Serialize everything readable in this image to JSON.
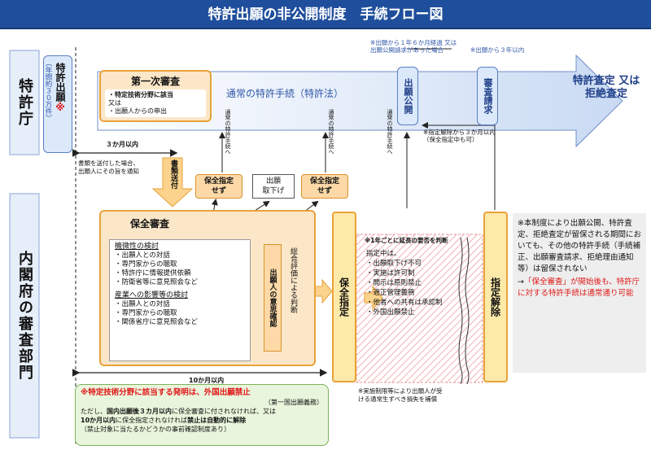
{
  "title": "特許出願の非公開制度　手続フロー図",
  "lanes": {
    "jpo": "特許庁",
    "cabinet": "内閣府の審査部門"
  },
  "notes": {
    "pub_condition": "※出願から１年６か月経過 又は\n出願公開請求があった場合",
    "three_years": "※出願から３年以内",
    "designation_release": "※指定解除から３か月以内\n（保全指定中も可）",
    "three_months": "３か月以内",
    "notify": "書類を送付した場合、\n出願人にその旨を通知",
    "ten_months": "10か月以内",
    "annual_check": "※1年ごとに延長の要否を判断",
    "compensation": "※実施制限等により出願人が受\nける通常生ずべき損失を補償"
  },
  "nodes": {
    "filing": "特許出願",
    "filing_mark": "※",
    "filing_count": "（年間約３０万件）",
    "first_review_title": "第一次審査",
    "first_review_items": [
      "・特定技術分野に該当",
      "又は",
      "・出願人からの申出"
    ],
    "normal_process": "通常の特許手続（特許法）",
    "publication": "出願公開",
    "exam_request": "審査請求",
    "decision": "特許査定 又は\n拒絶査定",
    "doc_send": "書類送付",
    "not_designated_1": "保全指定\nせず",
    "withdrawal": "出願\n取下げ",
    "not_designated_2": "保全指定\nせず",
    "return_label": "通常の特許手続へ",
    "security_review": "保全審査",
    "sensitivity_heading": "機微性の検討",
    "sensitivity_items": [
      "・出願人との対話",
      "・専門家からの聴取",
      "・特許庁に情報提供依頼",
      "・防衛省等に意見照会など"
    ],
    "impact_heading": "産業への影響等の検討",
    "impact_items": [
      "・出願人との対話",
      "・専門家からの聴取",
      "・関係省庁に意見照会など"
    ],
    "intent_check": "出願人の意思確認",
    "overall_judgment": "総合評価による判断",
    "designation": "保全指定",
    "release": "指定解除",
    "during_heading": "指定中は、",
    "during_items": [
      "・出願取下げ不可",
      "・実施は許可制",
      "・開示は原則禁止",
      "・適正管理義務",
      "・他者への共有は承認制",
      "・外国出願禁止"
    ]
  },
  "foreign_box": {
    "headline": "※特定技術分野に該当する発明は、外国出願禁止",
    "sub": "（第一国出願義務）",
    "body1_a": "ただし、",
    "body1_b": "国内出願後３カ月以内",
    "body1_c": "に保全審査に付されなければ、又は",
    "body2_a": "10か月以内",
    "body2_b": "に保全指定されなければ",
    "body2_c": "禁止は自動的に解除",
    "body3": "〔禁止対象に当たるかどうかの事前確認制度あり〕"
  },
  "side_note": {
    "text1": "※本制度により出願公開、特許査定、拒絶査定が留保される期間においても、その他の特許手続（手続補正、出願審査請求、拒絶理由通知等）は留保されない",
    "text2_arrow": "→",
    "text2": "「保全審査」が開始後も、特許庁に対する特許手続は通常通り可能"
  },
  "colors": {
    "title_bg": "#1f4e9c",
    "orange": "#e8a23a",
    "orange_fill": "#fbe7c8",
    "blue_fill": "#dbe9fb",
    "red": "#e01818",
    "green_fill": "#e9f5dc"
  }
}
